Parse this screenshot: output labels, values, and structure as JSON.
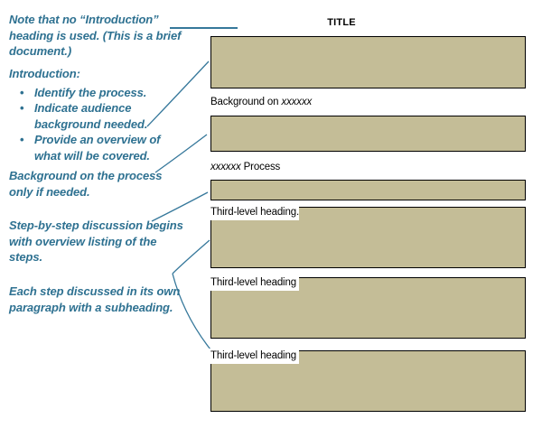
{
  "colors": {
    "block_fill": "#C4BD97",
    "block_border": "#000000",
    "annotation_text": "#2E7191",
    "connector_line": "#36789B",
    "document_text": "#000000"
  },
  "annotations": [
    {
      "id": "note-no-introduction",
      "lines": [
        "Note that no “Introduction”",
        "heading is used. (This is a brief",
        "document.)"
      ]
    },
    {
      "id": "introduction",
      "heading": "Introduction:",
      "bullets": [
        {
          "marker": "•",
          "lines": [
            "Identify the process."
          ]
        },
        {
          "marker": "•",
          "lines": [
            "Indicate audience",
            "background needed."
          ]
        },
        {
          "marker": "•",
          "lines": [
            "Provide an overview of",
            "what will be covered."
          ]
        }
      ]
    },
    {
      "id": "background-only-if-needed",
      "lines": [
        "Background on the process",
        "only if needed."
      ]
    },
    {
      "id": "step-by-step",
      "lines": [
        "Step-by-step discussion begins",
        "with overview listing of the",
        "steps."
      ]
    },
    {
      "id": "each-step",
      "lines": [
        "Each step discussed in its own",
        "paragraph with a subheading."
      ]
    }
  ],
  "document": {
    "title": "TITLE",
    "background_heading": {
      "prefix": "Background on ",
      "italic": "xxxxxx"
    },
    "process_heading": {
      "italic": "xxxxxx",
      "suffix": " Process"
    },
    "third_level_headings": [
      "Third-level heading.",
      "Third-level heading",
      "Third-level heading"
    ]
  }
}
